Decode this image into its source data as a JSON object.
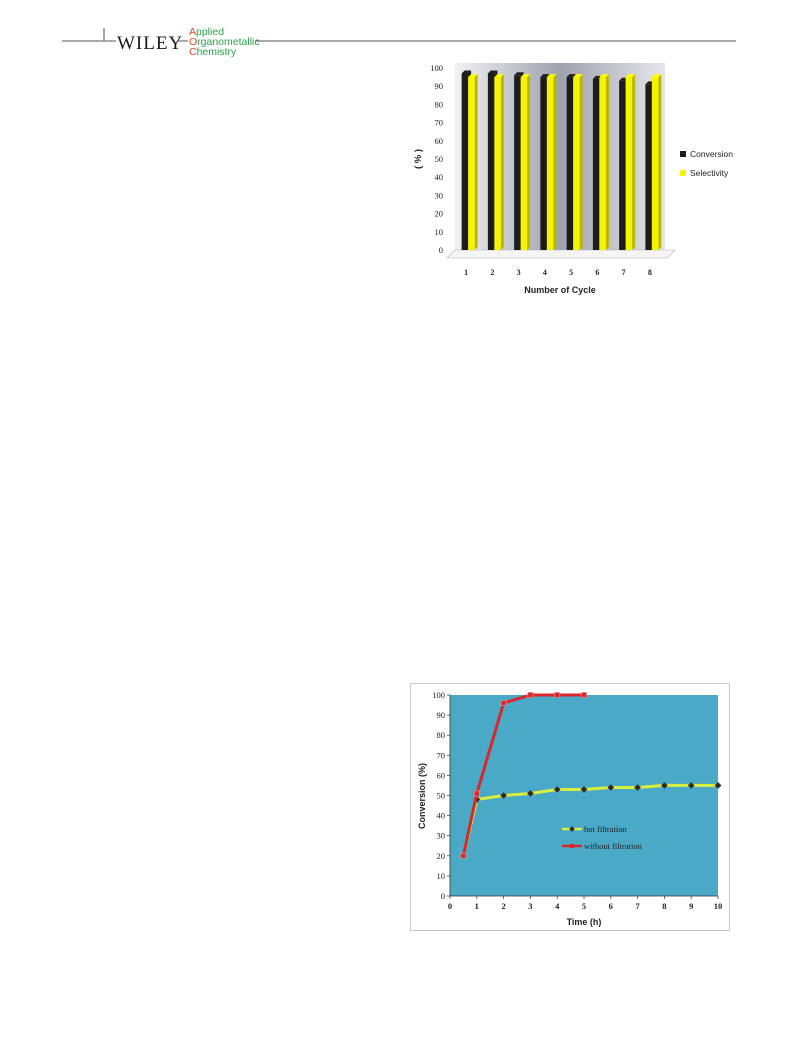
{
  "header": {
    "publisher": "WILEY",
    "journal_line1": "Applied",
    "journal_line2": "Organometallic",
    "journal_line3": "Chemistry",
    "colors": {
      "initial": "#e0451b",
      "journal": "#2aa14b",
      "rule": "#555555"
    }
  },
  "chart_data": [
    {
      "type": "bar",
      "title": "",
      "xlabel": "Number of Cycle",
      "ylabel": "( % )",
      "ylim": [
        0,
        100
      ],
      "yticks": [
        "0",
        "10",
        "20",
        "30",
        "40",
        "50",
        "60",
        "70",
        "80",
        "90",
        "100"
      ],
      "categories": [
        "1",
        "2",
        "3",
        "4",
        "5",
        "6",
        "7",
        "8"
      ],
      "series": [
        {
          "name": "Conversion",
          "color": "#1c1c1c",
          "values": [
            97,
            97,
            96,
            95,
            95,
            94,
            93,
            91
          ]
        },
        {
          "name": "Selectivity",
          "color": "#f7f400",
          "values": [
            95,
            95,
            95,
            95,
            95,
            95,
            95,
            95
          ]
        }
      ],
      "legend": "right",
      "grid": false
    },
    {
      "type": "line",
      "title": "",
      "xlabel": "Time (h)",
      "ylabel": "Conversion (%)",
      "xlim": [
        0,
        10
      ],
      "ylim": [
        0,
        100
      ],
      "xticks": [
        "0",
        "1",
        "2",
        "3",
        "4",
        "5",
        "6",
        "7",
        "8",
        "9",
        "10"
      ],
      "yticks": [
        "0",
        "10",
        "20",
        "30",
        "40",
        "50",
        "60",
        "70",
        "80",
        "90",
        "100"
      ],
      "background": "#4aa9c6",
      "series": [
        {
          "name": "hot filtration",
          "color": "#d9ef3f",
          "marker": "#2b2b2b",
          "x": [
            0.5,
            1,
            2,
            3,
            4,
            5,
            6,
            7,
            8,
            9,
            10
          ],
          "y": [
            20,
            48,
            50,
            51,
            53,
            53,
            54,
            54,
            55,
            55,
            55
          ]
        },
        {
          "name": "without filtration",
          "color": "#d9262c",
          "marker": "#d9262c",
          "x": [
            0.5,
            1,
            2,
            3,
            4,
            5
          ],
          "y": [
            20,
            51,
            96,
            100,
            100,
            100
          ]
        }
      ],
      "legend": "center-right",
      "grid": false
    }
  ]
}
